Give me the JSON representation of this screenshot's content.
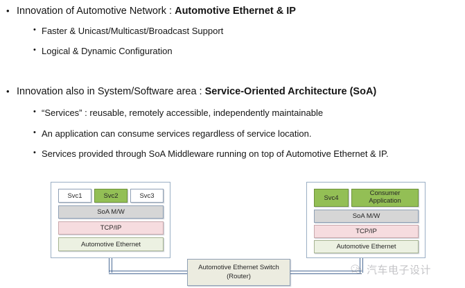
{
  "slide": {
    "bullets": [
      {
        "level": 1,
        "marker": "•",
        "text_plain": "Innovation of Automotive Network : ",
        "text_bold": "Automotive Ethernet & IP"
      },
      {
        "level": 2,
        "marker": "•",
        "text_plain": "Faster & Unicast/Multicast/Broadcast Support",
        "text_bold": ""
      },
      {
        "level": 2,
        "marker": "•",
        "text_plain": "Logical & Dynamic Configuration",
        "text_bold": ""
      },
      {
        "level": 1,
        "marker": "•",
        "text_plain": "Innovation also in System/Software area : ",
        "text_bold": "Service-Oriented Architecture (SoA)"
      },
      {
        "level": 2,
        "marker": "•",
        "text_plain": "“Services” : reusable, remotely accessible, independently maintainable",
        "text_bold": ""
      },
      {
        "level": 2,
        "marker": "•",
        "text_plain": "An application can consume services regardless of service location.",
        "text_bold": ""
      },
      {
        "level": 2,
        "marker": "•",
        "text_plain": "Services provided through SoA Middleware running on top of Automotive Ethernet & IP.",
        "text_bold": ""
      }
    ]
  },
  "diagram": {
    "left_node": {
      "services": [
        {
          "label": "Svc1",
          "active": false
        },
        {
          "label": "Svc2",
          "active": true
        },
        {
          "label": "Svc3",
          "active": false
        }
      ],
      "layers": [
        {
          "label": "SoA M/W",
          "color": "#d6d6d6"
        },
        {
          "label": "TCP/IP",
          "color": "#f6dcdf"
        },
        {
          "label": "Automotive Ethernet",
          "color": "#ecf1e2"
        }
      ]
    },
    "right_node": {
      "services": [
        {
          "label": "Svc4",
          "active": true
        }
      ],
      "application": {
        "line1": "Consumer",
        "line2": "Application",
        "active": true
      },
      "layers": [
        {
          "label": "SoA M/W",
          "color": "#d6d6d6"
        },
        {
          "label": "TCP/IP",
          "color": "#f6dcdf"
        },
        {
          "label": "Automotive Ethernet",
          "color": "#ecf1e2"
        }
      ]
    },
    "switch": {
      "line1": "Automotive Ethernet Switch",
      "line2": "(Router)"
    },
    "colors": {
      "accent_green": "#93bf55",
      "middleware_gray": "#d6d6d6",
      "tcpip_pink": "#f6dcdf",
      "ethernet_green": "#ecf1e2",
      "link_blue": "#4a6a95",
      "box_border": "#9aaec4"
    }
  },
  "watermark": {
    "text": "汽车电子设计",
    "icon": "wechat-icon"
  }
}
